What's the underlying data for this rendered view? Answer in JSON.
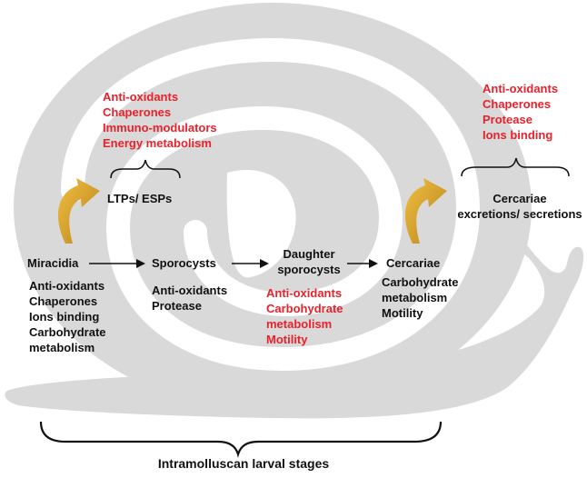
{
  "colors": {
    "snail": "#d9d9d9",
    "highlight": "#e8212a",
    "text": "#111111",
    "arrow_feedback": "#d2a030"
  },
  "top_left_list": [
    "Anti-oxidants",
    "Chaperones",
    "Immuno-modulators",
    "Energy metabolism"
  ],
  "ltps_label": "LTPs/ ESPs",
  "top_right_list": [
    "Anti-oxidants",
    "Chaperones",
    "Protease",
    "Ions binding"
  ],
  "cercariae_excretions": [
    "Cercariae",
    "excretions/ secretions"
  ],
  "stages": [
    {
      "name": "Miracidia",
      "functions": [
        "Anti-oxidants",
        "Chaperones",
        "Ions binding",
        "Carbohydrate",
        "metabolism"
      ]
    },
    {
      "name": "Sporocysts",
      "functions": [
        "Anti-oxidants",
        "Protease"
      ]
    },
    {
      "name": [
        "Daughter",
        "sporocysts"
      ],
      "functions": [
        "Anti-oxidants",
        "Carbohydrate",
        "metabolism",
        "Motility"
      ]
    },
    {
      "name": "Cercariae",
      "functions": [
        "Carbohydrate",
        "metabolism",
        "Motility"
      ]
    }
  ],
  "footer_title": "Intramolluscan larval stages"
}
